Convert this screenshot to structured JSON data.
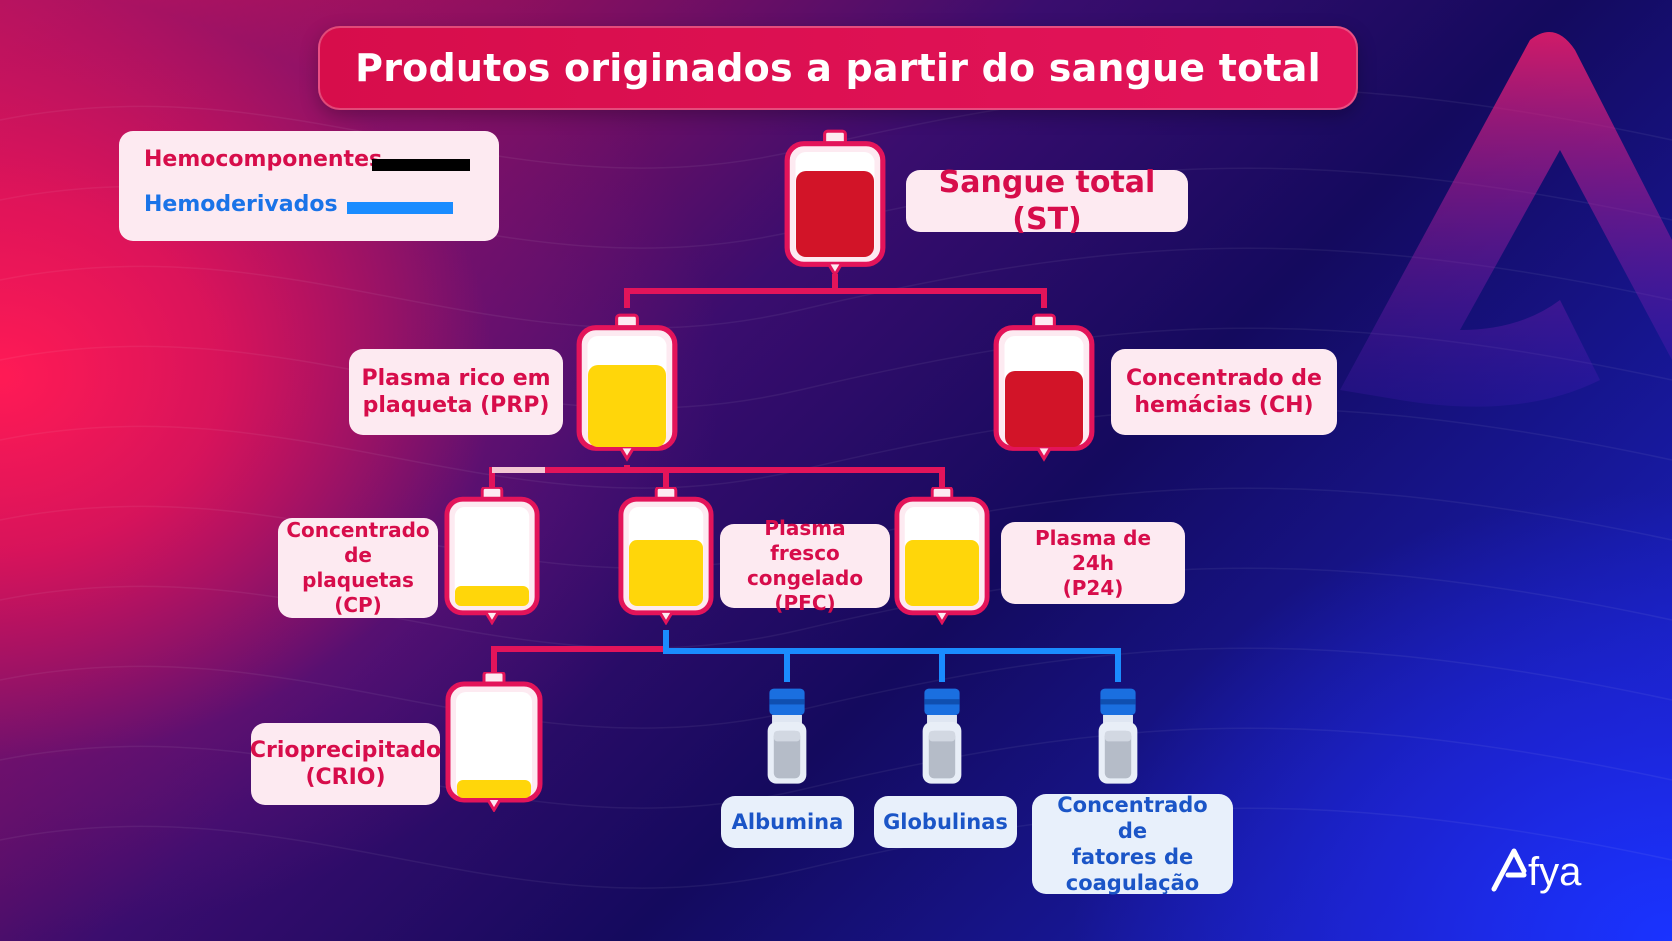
{
  "title": "Produtos originados a partir do sangue total",
  "legend": {
    "components": "Hemocomponentes",
    "derivatives": "Hemoderivados",
    "components_color": "#000000",
    "derivatives_color": "#1a8cff"
  },
  "nodes": {
    "st": "Sangue total (ST)",
    "prp": "Plasma rico em\nplaqueta (PRP)",
    "ch": "Concentrado de\nhemácias (CH)",
    "cp": "Concentrado\nde plaquetas\n(CP)",
    "pfc": "Plasma fresco\ncongelado (PFC)",
    "p24": "Plasma de 24h\n(P24)",
    "crio": "Crioprecipitado\n(CRIO)",
    "albumina": "Albumina",
    "globulinas": "Globulinas",
    "fatores": "Concentrado de\nfatores de\ncoagulação"
  },
  "brand": "Afya",
  "colors": {
    "red": "#e3145a",
    "blood": "#d21428",
    "plasma": "#ffd60a",
    "blue_line": "#1a8cff",
    "vial_cap": "#1a6fe0"
  }
}
